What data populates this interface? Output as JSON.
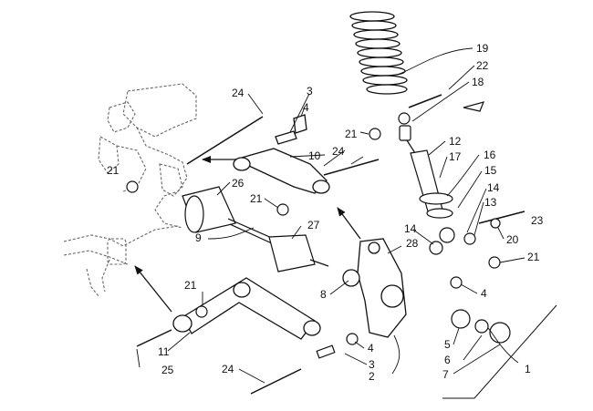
{
  "diagram": {
    "colors": {
      "line": "#111111",
      "frame": "#666666",
      "background": "#ffffff"
    },
    "callouts": [
      {
        "id": "l19",
        "text": "19"
      },
      {
        "id": "l22",
        "text": "22"
      },
      {
        "id": "l18",
        "text": "18"
      },
      {
        "id": "l24a",
        "text": "24"
      },
      {
        "id": "l3a",
        "text": "3"
      },
      {
        "id": "l4a",
        "text": "4"
      },
      {
        "id": "l21a",
        "text": "21"
      },
      {
        "id": "l10",
        "text": "10"
      },
      {
        "id": "l24b",
        "text": "24"
      },
      {
        "id": "l12",
        "text": "12"
      },
      {
        "id": "l16",
        "text": "16"
      },
      {
        "id": "l17",
        "text": "17"
      },
      {
        "id": "l15",
        "text": "15"
      },
      {
        "id": "l21b",
        "text": "21"
      },
      {
        "id": "l26",
        "text": "26"
      },
      {
        "id": "l21c",
        "text": "21"
      },
      {
        "id": "l14a",
        "text": "14"
      },
      {
        "id": "l13",
        "text": "13"
      },
      {
        "id": "l23",
        "text": "23"
      },
      {
        "id": "l27",
        "text": "27"
      },
      {
        "id": "l9",
        "text": "9"
      },
      {
        "id": "l14b",
        "text": "14"
      },
      {
        "id": "l28",
        "text": "28"
      },
      {
        "id": "l20",
        "text": "20"
      },
      {
        "id": "l21d",
        "text": "21"
      },
      {
        "id": "l8",
        "text": "8"
      },
      {
        "id": "l4b",
        "text": "4"
      },
      {
        "id": "l21e",
        "text": "21"
      },
      {
        "id": "l11",
        "text": "11"
      },
      {
        "id": "l25",
        "text": "25"
      },
      {
        "id": "l4c",
        "text": "4"
      },
      {
        "id": "l24c",
        "text": "24"
      },
      {
        "id": "l3b",
        "text": "3"
      },
      {
        "id": "l2",
        "text": "2"
      },
      {
        "id": "l5",
        "text": "5"
      },
      {
        "id": "l6",
        "text": "6"
      },
      {
        "id": "l7",
        "text": "7"
      },
      {
        "id": "l1",
        "text": "1"
      }
    ]
  }
}
